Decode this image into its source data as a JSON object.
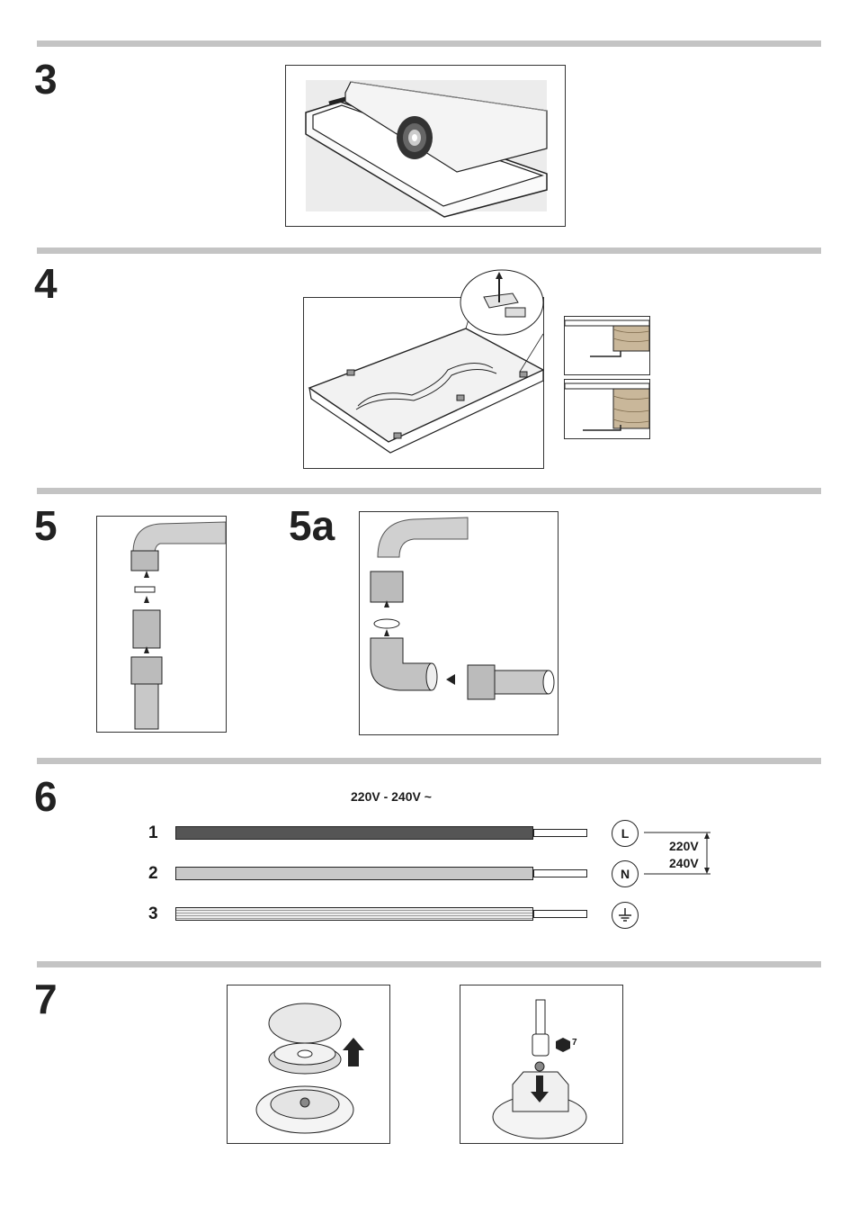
{
  "steps": {
    "s3": "3",
    "s4": "4",
    "s5": "5",
    "s5a": "5a",
    "s6": "6",
    "s7": "7"
  },
  "wiring": {
    "title": "220V - 240V ~",
    "wires": [
      {
        "number": "1",
        "color": "#555555"
      },
      {
        "number": "2",
        "color": "#c8c8c8"
      },
      {
        "number": "3",
        "color": "#d9d9d9"
      }
    ],
    "terminals": {
      "live": "L",
      "neutral": "N",
      "earth_icon": "earth-ground-icon"
    },
    "voltage_top": "220V",
    "voltage_bottom": "240V"
  },
  "burner": {
    "wrench_size": "7"
  },
  "colors": {
    "rule": "#c4c4c4",
    "live_wire": "#555555",
    "neutral_wire": "#c8c8c8"
  }
}
